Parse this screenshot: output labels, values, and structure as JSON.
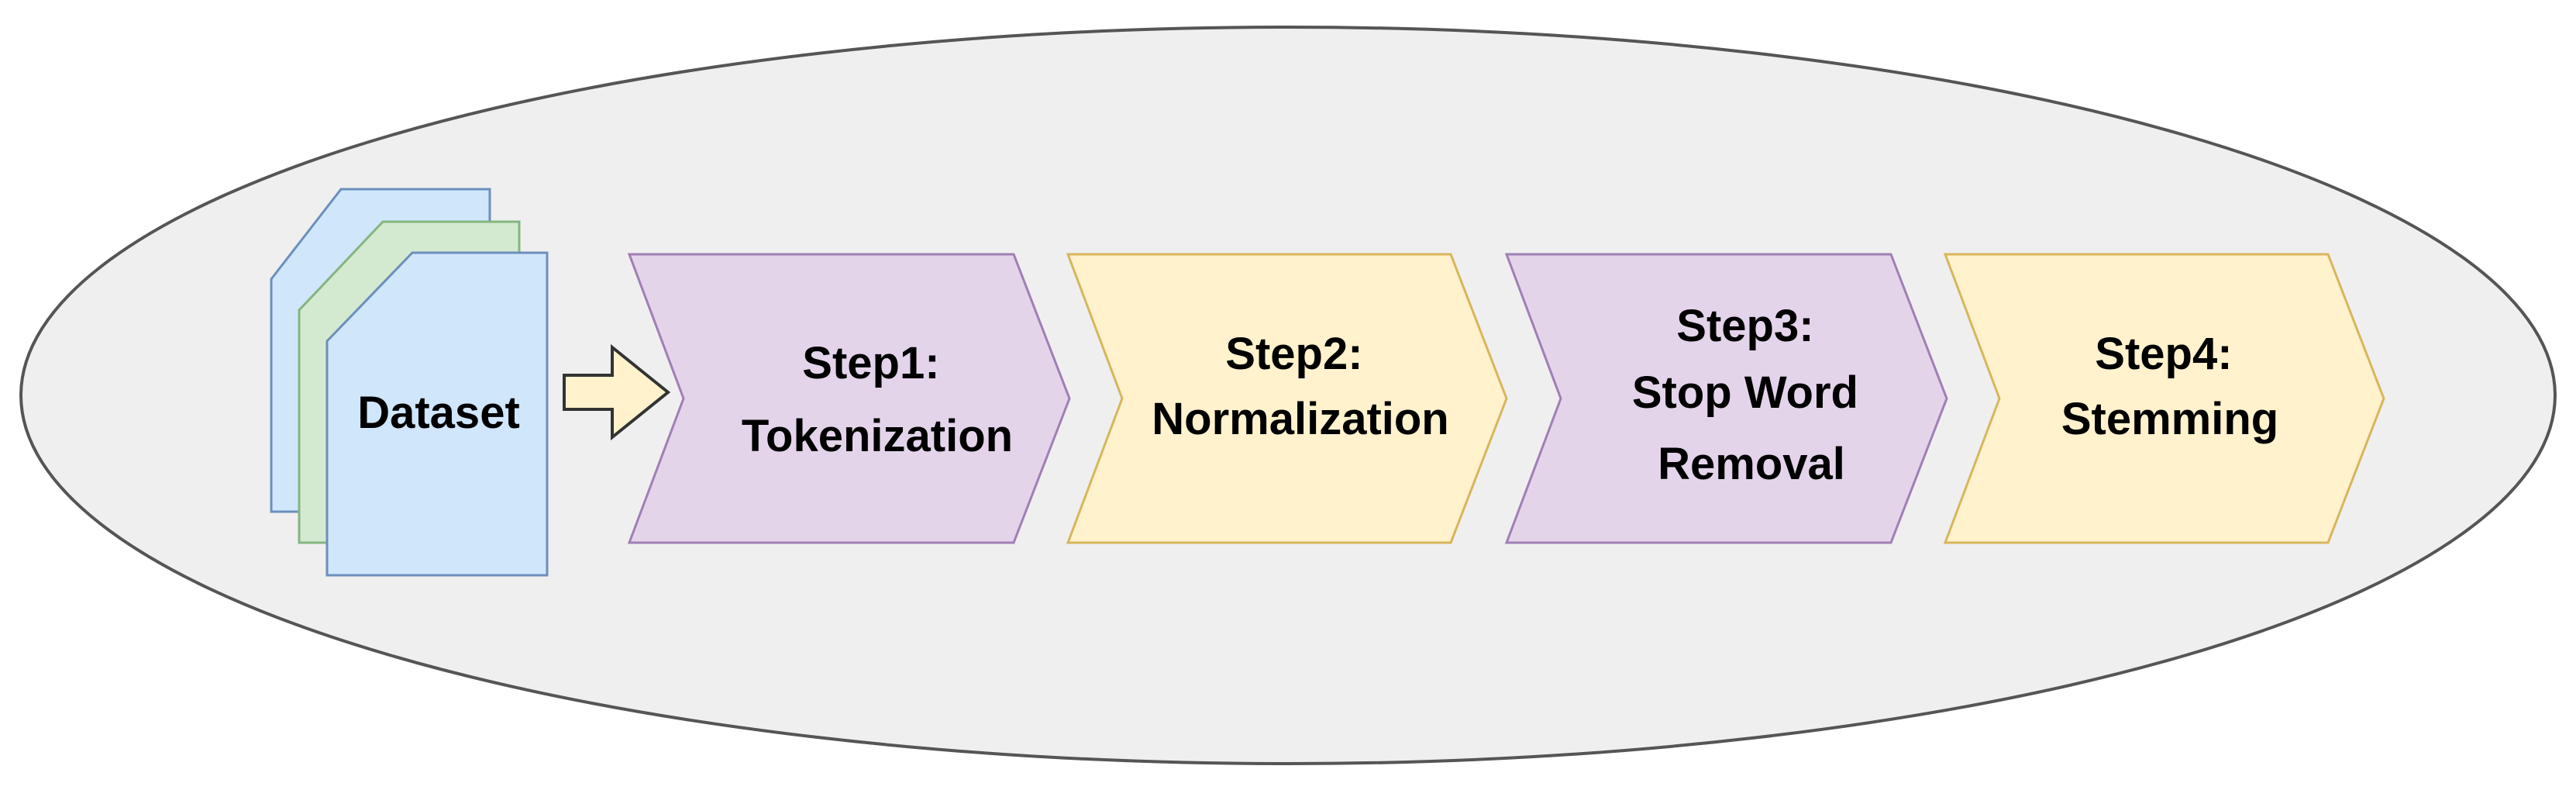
{
  "diagram": {
    "dataset_label": "Dataset",
    "steps": [
      {
        "lines": [
          "Step1:",
          "Tokenization"
        ],
        "color": "purple"
      },
      {
        "lines": [
          "Step2:",
          "Normalization"
        ],
        "color": "yellow"
      },
      {
        "lines": [
          "Step3:",
          "Stop Word",
          "Removal"
        ],
        "color": "purple"
      },
      {
        "lines": [
          "Step4:",
          "Stemming"
        ],
        "color": "yellow"
      }
    ]
  },
  "colors": {
    "ellipse_fill": "#efefef",
    "ellipse_stroke": "#555555",
    "purple_fill": "#e4d4ea",
    "purple_stroke": "#9f7fb4",
    "yellow_fill": "#fff2cd",
    "yellow_stroke": "#d9b55c",
    "doc_blue_fill": "#d0e6fb",
    "doc_blue_stroke": "#6c8fbc",
    "doc_green_fill": "#d3ead1",
    "doc_green_stroke": "#84b57f",
    "arrow_fill": "#fff2cd",
    "arrow_stroke": "#333333"
  }
}
